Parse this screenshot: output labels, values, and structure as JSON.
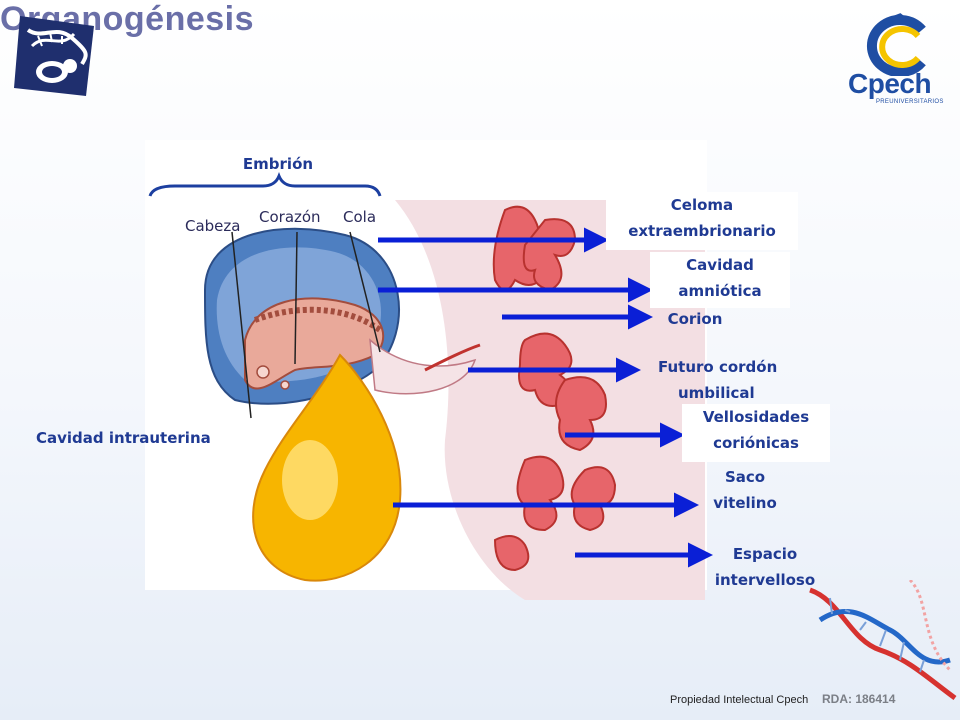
{
  "header": {
    "title": "Organogénesis",
    "logo_name": "Cpech",
    "logo_sub": "PREUNIVERSITARIOS"
  },
  "diagram": {
    "embryo_label": "Embrión",
    "head_label": "Cabeza",
    "heart_label": "Corazón",
    "tail_label": "Cola",
    "uterine_cavity": "Cavidad intrauterina",
    "labels": {
      "celoma_1": "Celoma",
      "celoma_2": "extraembrionario",
      "amniotica_1": "Cavidad",
      "amniotica_2": "amniótica",
      "corion": "Corion",
      "cordon_1": "Futuro cordón",
      "cordon_2": "umbilical",
      "vellosidades_1": "Vellosidades",
      "vellosidades_2": "coriónicas",
      "saco_1": "Saco",
      "saco_2": "vitelino",
      "espacio_1": "Espacio",
      "espacio_2": "intervelloso"
    },
    "colors": {
      "arrow": "#0a1fd6",
      "label_text": "#1f3a93",
      "amnion": "#4e7fc1",
      "yolk": "#f7b500",
      "villi": "#e24b4b"
    }
  },
  "footer": {
    "owner": "Propiedad Intelectual Cpech",
    "rda": "RDA: 186414"
  }
}
